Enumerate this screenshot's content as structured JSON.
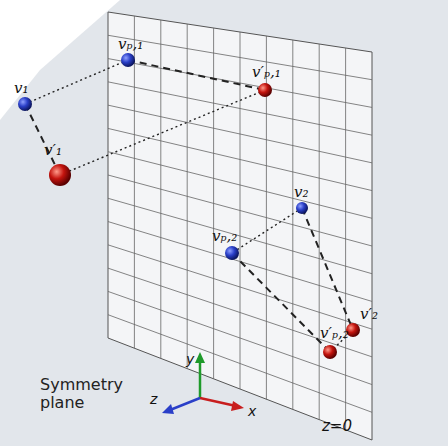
{
  "diagram": {
    "labels": [
      "v₁",
      "vₚ,₁",
      "v′ₚ,₁",
      "v′₁",
      "v₂",
      "vₚ,₂",
      "v′₂",
      "v′ₚ,₂",
      "y",
      "z",
      "x",
      "Symmetry plane",
      "z=0"
    ]
  }
}
